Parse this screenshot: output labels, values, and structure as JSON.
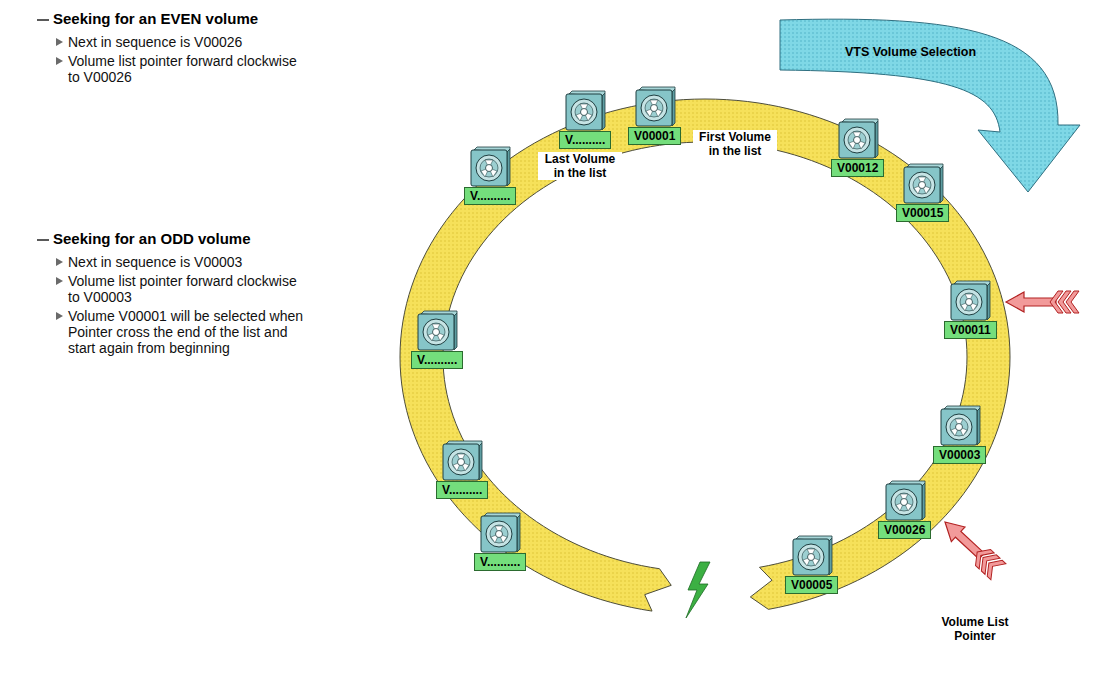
{
  "diagram": {
    "nodes": [
      {
        "text": [
          "V00001"
        ]
      },
      {
        "text": [
          "V00012"
        ]
      },
      {
        "text": [
          "V00015"
        ]
      },
      {
        "text": [
          "V00011"
        ]
      },
      {
        "text": [
          "V00003"
        ]
      },
      {
        "text": [
          "V00026"
        ]
      },
      {
        "text": [
          "V00005"
        ]
      },
      {
        "text": [
          "V.........."
        ]
      },
      {
        "text": [
          "V.........."
        ]
      },
      {
        "text": [
          "V.........."
        ]
      },
      {
        "text": [
          "V.........."
        ]
      },
      {
        "text": [
          "V.........."
        ]
      }
    ],
    "labels": [
      "Seeking for an EVEN volume",
      "Next in sequence is V00026",
      "Volume list pointer forward clockwise to V00026",
      "Seeking for an ODD volume",
      "Next in sequence is V00003",
      "Volume list pointer forward clockwise to V00003",
      "Volume V00001 will be selected when Pointer cross the end of the list and start again from beginning",
      "VTS Volume Selection",
      "First Volume in the list",
      "Last Volume in the list",
      "Volume List Pointer"
    ]
  }
}
